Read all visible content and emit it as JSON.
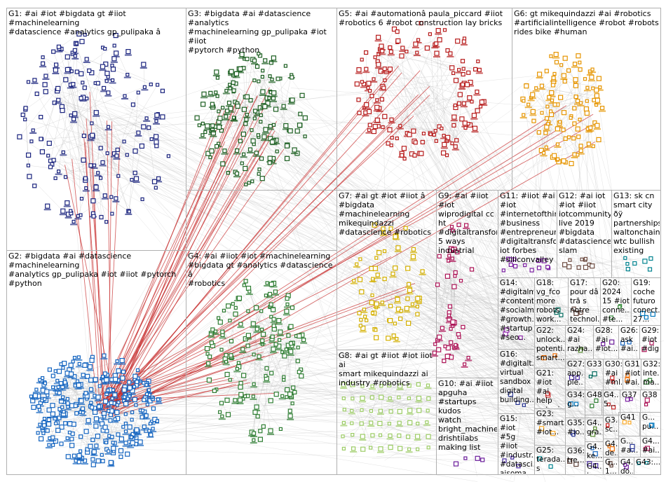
{
  "graph_title": "",
  "groups": [
    {
      "id": "G1",
      "label": "G1: #ai #iot #bigdata gt #iiot #machinelearning\n#datascience #analytics gp_pulipaka â",
      "color": "#1a237e",
      "nodes": 170
    },
    {
      "id": "G2",
      "label": "G2: #bigdata #ai #datascience #machinelearning\n#analytics gp_pulipaka #iot #iiot #pytorch\n#python",
      "color": "#1565c0",
      "nodes": 320
    },
    {
      "id": "G3",
      "label": "G3: #bigdata #ai #datascience #analytics\n#machinelearning gp_pulipaka #iot #iiot\n#pytorch #python",
      "color": "#1b5e20",
      "nodes": 160
    },
    {
      "id": "G4",
      "label": "G4: #ai #iiot #iot #machinelearning\n#bigdata gt #analytics #datascience â\n#robotics",
      "color": "#2e7d32",
      "nodes": 150
    },
    {
      "id": "G5",
      "label": "G5: #ai #automationâ paula_piccard #iiot\n#robotics 6 #robot construction lay bricks",
      "color": "#b71c1c",
      "nodes": 150
    },
    {
      "id": "G6",
      "label": "G6: gt mikequindazzi #ai #robotics\n#artificialintelligence #robot #robots\nrides bike #human",
      "color": "#e69500",
      "nodes": 110
    },
    {
      "id": "G7",
      "label": "G7: #ai gt #iot #iiot â\n#bigdata #machinelearning\nmikequindazzi\n#datascience #robotics",
      "color": "#d4b000",
      "nodes": 70
    },
    {
      "id": "G8",
      "label": "G8: #ai gt #iiot #iot iiot ai\nsmart mikequindazzi ai\nindustry #robotics",
      "color": "#9ccc65",
      "nodes": 60
    },
    {
      "id": "G9",
      "label": "G9: #ai #iiot #iot\nwiprodigital cc ht\n#digitaltransfor...\n5 ways industrial",
      "color": "#ad1457",
      "nodes": 50
    },
    {
      "id": "G10",
      "label": "G10: #ai #iiot\napguha\n#startups kudos\nwatch\nbright_machines\ndrishtilabs\nmaking list",
      "color": "#6a1b9a",
      "nodes": 4
    },
    {
      "id": "G11",
      "label": "G11: #iiot #ai\n#iot\n#internetofthin...\n#business\n#entrepreneur\n#digitaltransfor...\niot forbes\n#siliconvalley",
      "color": "#7b1fa2",
      "nodes": 14
    },
    {
      "id": "G12",
      "label": "G12: #ai iot\n#iot #iiot\niotcommunity\nlive 2019\n#bigdata\n#datascience\nslam",
      "color": "#6d4c41",
      "nodes": 10
    },
    {
      "id": "G13",
      "label": "G13: sk cn\nsmart city ðÿ\npartnerships\nwaltonchain...\nwtc bullish\nexisting",
      "color": "#00838f",
      "nodes": 8
    },
    {
      "id": "G14",
      "label": "G14:\n#digitalm...\n#content...\n#socialm...\n#growth...\n#startup\n#seo...",
      "color": "#8e24aa",
      "nodes": 3
    },
    {
      "id": "G15",
      "label": "G15: #iot\n#5g #iiot\n#industr...\n#datasci...\naisoma_...\n#smartci...",
      "color": "#4527a0",
      "nodes": 3
    },
    {
      "id": "G16",
      "label": "G16:\n#digitalt...\nvirtual\nsandbox\ndigital\nbuilding...",
      "color": "#283593",
      "nodes": 3
    },
    {
      "id": "G17",
      "label": "G17:\npour dâ\ntrã s\nnotre\ntechnol...",
      "color": "#5d4037",
      "nodes": 3
    },
    {
      "id": "G18",
      "label": "G18:\nvg_fco\nmore\nrobots\nwork...",
      "color": "#00695c",
      "nodes": 3
    },
    {
      "id": "G19",
      "label": "G19:\ncoche\nfuturo\nconect...\n27...",
      "color": "#0277bd",
      "nodes": 3
    },
    {
      "id": "G20",
      "label": "G20:\n2024\n15 #iot\nconne...\n#te...",
      "color": "#388e3c",
      "nodes": 3
    },
    {
      "id": "G21",
      "label": "G21:\n#iot #ai\nhelp\nnutani...",
      "color": "#c62828",
      "nodes": 2
    },
    {
      "id": "G22",
      "label": "G22:\nunlock...\npotenti...\nsmart...",
      "color": "#ef6c00",
      "nodes": 2
    },
    {
      "id": "G23",
      "label": "G23:\n#smart...\n#iot...",
      "color": "#f9a825",
      "nodes": 2
    },
    {
      "id": "G24",
      "label": "G24:\n#ai\nrazha...",
      "color": "#558b2f",
      "nodes": 2
    },
    {
      "id": "G25",
      "label": "G25:\nterada...\ns work...",
      "color": "#00838f",
      "nodes": 2
    },
    {
      "id": "G26",
      "label": "G26:\nask\n#ai...",
      "color": "#1565c0",
      "nodes": 2
    },
    {
      "id": "G27",
      "label": "G27:\napp...\nple...",
      "color": "#4527a0",
      "nodes": 2
    },
    {
      "id": "G28",
      "label": "G28:\n#ai\n#iot...",
      "color": "#6a1b9a",
      "nodes": 2
    },
    {
      "id": "G29",
      "label": "G29:\n#iot\n#dig...",
      "color": "#ad1457",
      "nodes": 2
    },
    {
      "id": "G30",
      "label": "G30:\n#ai\n#ml...",
      "color": "#c62828",
      "nodes": 2
    },
    {
      "id": "G31",
      "label": "G31:\n#iot\n#ai...",
      "color": "#ef6c00",
      "nodes": 2
    },
    {
      "id": "G32",
      "label": "G32:\ninte...\nma...",
      "color": "#2e7d32",
      "nodes": 2
    },
    {
      "id": "G33",
      "label": "G33",
      "color": "#00695c",
      "nodes": 2
    },
    {
      "id": "G34",
      "label": "G34:\ng...",
      "color": "#0277bd",
      "nodes": 2
    },
    {
      "id": "G35",
      "label": "G35:\n#io...",
      "color": "#283593",
      "nodes": 2
    },
    {
      "id": "G36",
      "label": "G36:\ntre...",
      "color": "#5d4037",
      "nodes": 2
    },
    {
      "id": "G37",
      "label": "G37",
      "color": "#7b1fa2",
      "nodes": 2
    },
    {
      "id": "G38",
      "label": "G38",
      "color": "#ad1457",
      "nodes": 2
    },
    {
      "id": "G39",
      "label": "G3...\nsc...",
      "color": "#c62828",
      "nodes": 2
    },
    {
      "id": "G40",
      "label": "G4...\nde...",
      "color": "#ef6c00",
      "nodes": 2
    },
    {
      "id": "G41",
      "label": "G41",
      "color": "#f9a825",
      "nodes": 2
    },
    {
      "id": "G42",
      "label": "G4...\ngra...",
      "color": "#558b2f",
      "nodes": 2
    },
    {
      "id": "G43",
      "label": "G43:...",
      "color": "#00838f",
      "nodes": 2
    },
    {
      "id": "G44",
      "label": "G4...\nke...",
      "color": "#1565c0",
      "nodes": 2
    },
    {
      "id": "G45",
      "label": "G4...\ntop...",
      "color": "#4527a0",
      "nodes": 2
    },
    {
      "id": "G46",
      "label": "G4...\ndo...",
      "color": "#6a1b9a",
      "nodes": 2
    },
    {
      "id": "G47",
      "label": "G4...\n#ai...",
      "color": "#ad1457",
      "nodes": 2
    },
    {
      "id": "G48",
      "label": "G48",
      "color": "#2e7d32",
      "nodes": 2
    },
    {
      "id": "G49",
      "label": "G4...\n5...",
      "color": "#c62828",
      "nodes": 2
    },
    {
      "id": "G50",
      "label": "G...\nwi...",
      "color": "#ef6c00",
      "nodes": 2
    },
    {
      "id": "G51",
      "label": "G5...\nad...",
      "color": "#00695c",
      "nodes": 2
    },
    {
      "id": "G52",
      "label": "G...\npu...",
      "color": "#0277bd",
      "nodes": 2
    },
    {
      "id": "G53",
      "label": "G...\n#a...",
      "color": "#283593",
      "nodes": 2
    },
    {
      "id": "G54",
      "label": "G...\n1...",
      "color": "#5d4037",
      "nodes": 2
    }
  ],
  "colors": {
    "edge_gray": "#b5b5b5",
    "edge_red": "#c62828",
    "box_border": "#b0b0b0",
    "background": "#ffffff"
  }
}
